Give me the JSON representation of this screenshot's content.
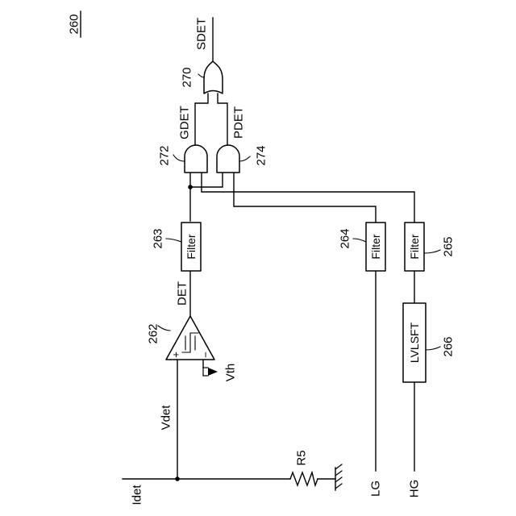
{
  "figure": {
    "ref": "260",
    "labels": {
      "sdet": "SDET",
      "gdet": "GDET",
      "pdet": "PDET",
      "det": "DET",
      "vdet": "Vdet",
      "vth": "Vth",
      "idet": "Idet",
      "r5": "R5",
      "lg": "LG",
      "hg": "HG",
      "plus": "+",
      "minus": "−"
    },
    "components": {
      "or_gate": {
        "ref": "270"
      },
      "and_gate_g": {
        "ref": "272"
      },
      "and_gate_p": {
        "ref": "274"
      },
      "comparator": {
        "ref": "262"
      },
      "filter_det": {
        "ref": "263",
        "text": "Filter"
      },
      "filter_lg": {
        "ref": "264",
        "text": "Filter"
      },
      "filter_hg": {
        "ref": "265",
        "text": "Filter"
      },
      "level_shifter": {
        "ref": "266",
        "text": "LVLSFT"
      }
    }
  }
}
